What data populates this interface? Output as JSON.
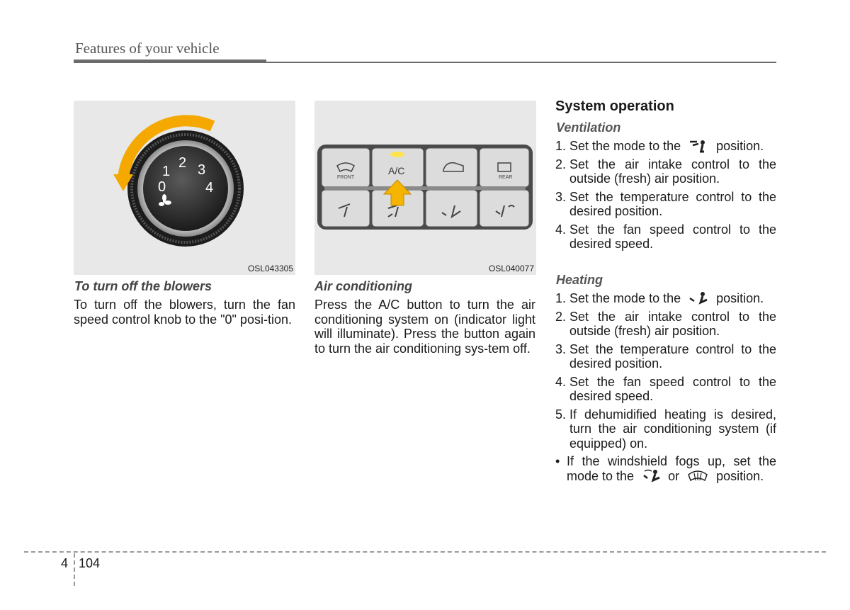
{
  "header": {
    "title": "Features of your vehicle"
  },
  "figure1": {
    "code": "OSL043305",
    "knob_numbers": [
      "0",
      "1",
      "2",
      "3",
      "4"
    ]
  },
  "figure2": {
    "code": "OSL040077",
    "buttons_top": [
      "FRONT",
      "A/C",
      "",
      "REAR"
    ]
  },
  "col1": {
    "caption": "To turn off the blowers",
    "text": "To turn off the blowers, turn the fan speed control knob to the \"0\" posi-tion."
  },
  "col2": {
    "caption": "Air conditioning",
    "text": "Press the A/C button to turn the air conditioning system on (indicator light will illuminate). Press the button again to turn the air conditioning sys-tem off."
  },
  "col3": {
    "heading": "System operation",
    "ventilation": {
      "title": "Ventilation",
      "steps": [
        {
          "num": "1.",
          "before": "Set the mode to the",
          "after": "position."
        },
        {
          "num": "2.",
          "text": "Set the air intake control to the outside (fresh) air position."
        },
        {
          "num": "3.",
          "text": "Set the temperature control to the desired position."
        },
        {
          "num": "4.",
          "text": "Set the fan speed control to the desired speed."
        }
      ]
    },
    "heating": {
      "title": "Heating",
      "steps": [
        {
          "num": "1.",
          "before": "Set the mode to the",
          "after": "position."
        },
        {
          "num": "2.",
          "text": "Set the air intake control to the outside (fresh) air position."
        },
        {
          "num": "3.",
          "text": "Set the temperature control to the desired position."
        },
        {
          "num": "4.",
          "text": "Set the fan speed control to the desired speed."
        },
        {
          "num": "5.",
          "text": "If dehumidified heating is desired, turn the air conditioning system (if equipped) on."
        }
      ],
      "bullet": {
        "mark": "•",
        "before": "If the windshield fogs up, set the mode to the",
        "or": "or",
        "after": "position."
      }
    }
  },
  "footer": {
    "chapter": "4",
    "page": "104"
  }
}
